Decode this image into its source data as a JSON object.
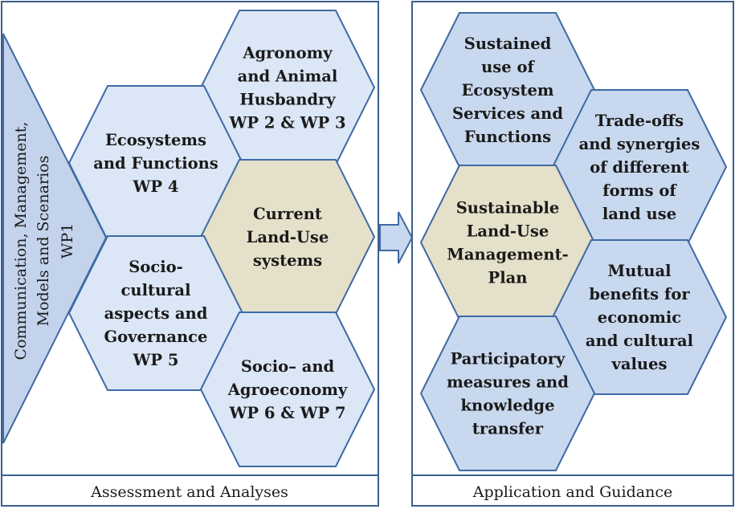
{
  "left_panel": {
    "side_label": [
      "Communication, Management,",
      "Models and Scenarios",
      "WP1"
    ],
    "hexagons": [
      {
        "key": "agronomy",
        "lines": [
          "Agronomy",
          "and Animal",
          "Husbandry",
          "WP 2 & WP 3"
        ]
      },
      {
        "key": "ecosystems",
        "lines": [
          "Ecosystems",
          "and Functions",
          "WP 4"
        ]
      },
      {
        "key": "current",
        "lines": [
          "Current",
          "Land-Use",
          "systems"
        ]
      },
      {
        "key": "sociocultural",
        "lines": [
          "Socio-",
          "cultural",
          "aspects and",
          "Governance",
          "WP 5"
        ]
      },
      {
        "key": "socioeconomy",
        "lines": [
          "Socio– and",
          "Agroeconomy",
          "WP 6 & WP 7"
        ]
      }
    ],
    "footer": "Assessment and Analyses"
  },
  "right_panel": {
    "hexagons": [
      {
        "key": "sustained",
        "lines": [
          "Sustained",
          "use of",
          "Ecosystem",
          "Services and",
          "Functions"
        ]
      },
      {
        "key": "tradeoffs",
        "lines": [
          "Trade-offs",
          "and synergies",
          "of different",
          "forms of",
          "land use"
        ]
      },
      {
        "key": "plan",
        "lines": [
          "Sustainable",
          "Land-Use",
          "Management-",
          "Plan"
        ]
      },
      {
        "key": "mutual",
        "lines": [
          "Mutual",
          "benefits for",
          "economic",
          "and cultural",
          "values"
        ]
      },
      {
        "key": "participatory",
        "lines": [
          "Participatory",
          "measures and",
          "knowledge",
          "transfer"
        ]
      }
    ],
    "footer": "Application and Guidance"
  }
}
